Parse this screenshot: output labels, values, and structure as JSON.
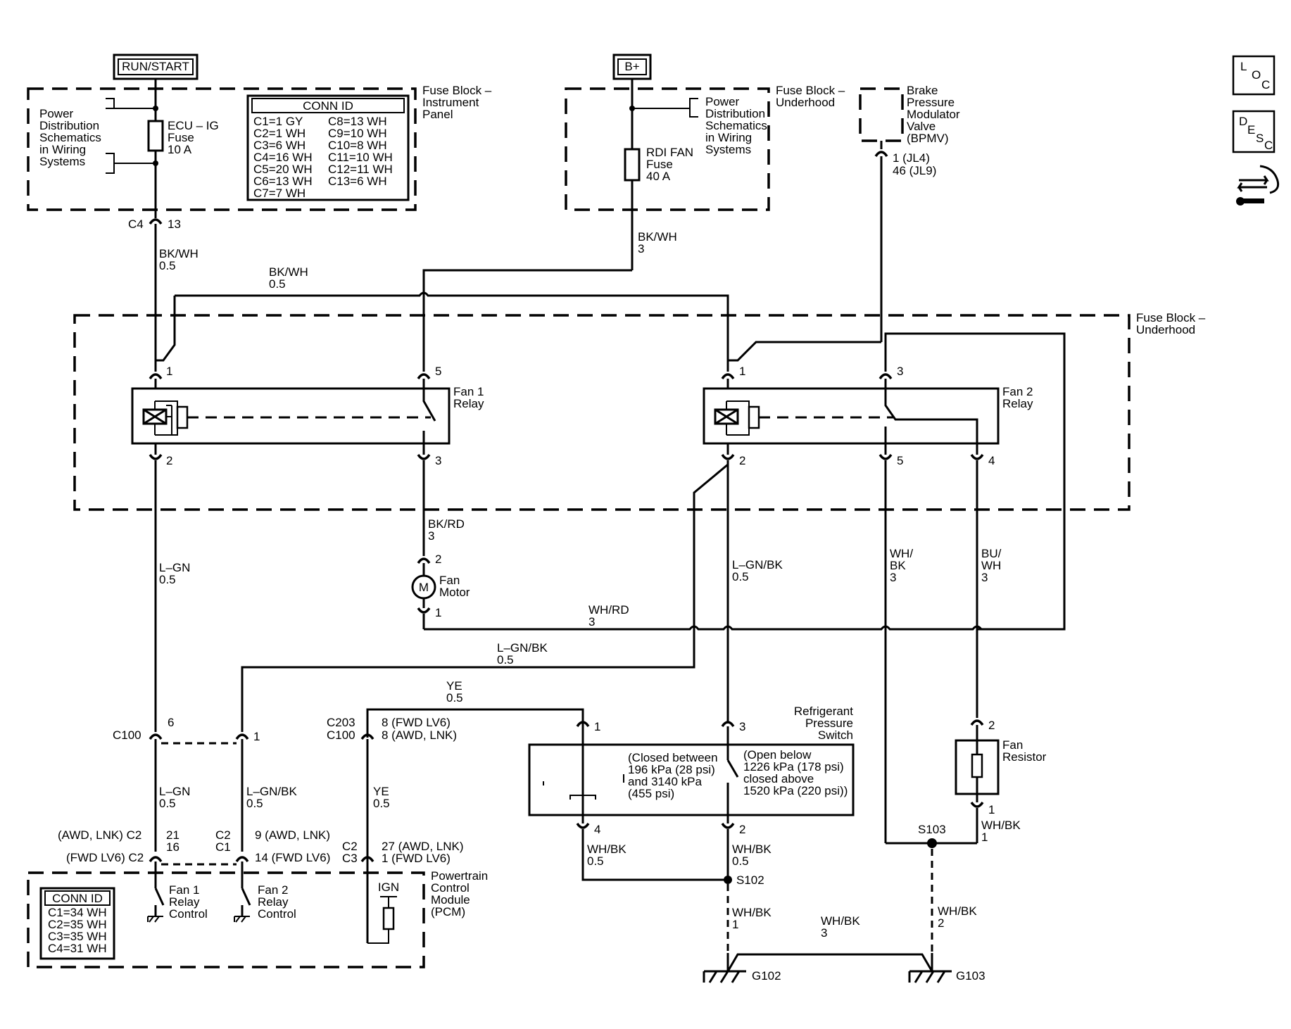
{
  "power": {
    "run_start": "RUN/START",
    "bplus": "B+"
  },
  "fuse_block_ip": {
    "title": [
      "Fuse Block –",
      "Instrument",
      "Panel"
    ],
    "power_dist": [
      "Power",
      "Distribution",
      "Schematics",
      "in Wiring",
      "Systems"
    ],
    "fuse": [
      "ECU – IG",
      "Fuse",
      "10 A"
    ],
    "conn_id_title": "CONN ID",
    "conn_id_left": [
      "C1=1 GY",
      "C2=1 WH",
      "C3=6 WH",
      "C4=16 WH",
      "C5=20 WH",
      "C6=13 WH",
      "C7=7 WH"
    ],
    "conn_id_right": [
      "C8=13 WH",
      "C9=10 WH",
      "C10=8 WH",
      "C11=10 WH",
      "C12=11 WH",
      "C13=6 WH"
    ]
  },
  "fuse_block_uh_top": {
    "title": [
      "Fuse Block –",
      "Underhood"
    ],
    "power_dist": [
      "Power",
      "Distribution",
      "Schematics",
      "in Wiring",
      "Systems"
    ],
    "fuse": [
      "RDI FAN",
      "Fuse",
      "40 A"
    ]
  },
  "bpmv": {
    "label": [
      "Brake",
      "Pressure",
      "Modulator",
      "Valve",
      "(BPMV)"
    ],
    "pins": [
      "1 (JL4)",
      "46 (JL9)"
    ]
  },
  "icons": [
    "loc-icon",
    "desc-icon",
    "connector-end-view-icon"
  ],
  "icon_text": {
    "loc": [
      "L",
      "O",
      "C"
    ],
    "desc": [
      "D",
      "E",
      "S",
      "C"
    ]
  },
  "fuse_block_uh_main": {
    "title": [
      "Fuse Block –",
      "Underhood"
    ]
  },
  "relay1": {
    "label": [
      "Fan 1",
      "Relay"
    ],
    "pins": [
      "1",
      "5",
      "2",
      "3"
    ]
  },
  "relay2": {
    "label": [
      "Fan 2",
      "Relay"
    ],
    "pins": [
      "1",
      "3",
      "2",
      "5",
      "4"
    ]
  },
  "wires": {
    "c4": "C4",
    "c4_pin": "13",
    "bkwh_a": [
      "BK/WH",
      "0.5"
    ],
    "bkwh_b": [
      "BK/WH",
      "0.5"
    ],
    "bkwh_c": [
      "BK/WH",
      "3"
    ],
    "lgn_a": [
      "L–GN",
      "0.5"
    ],
    "bkrd": [
      "BK/RD",
      "3"
    ],
    "lgnbk_a": [
      "L–GN/BK",
      "0.5"
    ],
    "whbk_a": [
      "WH/",
      "BK",
      "3"
    ],
    "buwh": [
      "BU/",
      "WH",
      "3"
    ],
    "whrd": [
      "WH/RD",
      "3"
    ],
    "lgnbk_b": [
      "L–GN/BK",
      "0.5"
    ],
    "ye_a": [
      "YE",
      "0.5"
    ],
    "lgn_b": [
      "L–GN",
      "0.5"
    ],
    "lgnbk_c": [
      "L–GN/BK",
      "0.5"
    ],
    "ye_b": [
      "YE",
      "0.5"
    ],
    "whbk_b": [
      "WH/BK",
      "0.5"
    ],
    "whbk_c": [
      "WH/BK",
      "0.5"
    ],
    "whbk_d": [
      "WH/BK",
      "1"
    ],
    "whbk_e": [
      "WH/BK",
      "1"
    ],
    "whbk_f": [
      "WH/BK",
      "3"
    ],
    "whbk_g": [
      "WH/BK",
      "2"
    ]
  },
  "fan_motor": {
    "pin_top": "2",
    "pin_bottom": "1",
    "label": [
      "Fan",
      "Motor"
    ],
    "symbol": "M"
  },
  "connectors": {
    "c100": "C100",
    "c100_pin_a": "6",
    "c100_pin_b": "1",
    "c203": "C203",
    "c100b": "C100",
    "c203_pins": [
      "8 (FWD LV6)",
      "8 (AWD, LNK)"
    ]
  },
  "rps": {
    "label": [
      "Refrigerant",
      "Pressure",
      "Switch"
    ],
    "closed": [
      "(Closed between",
      "196 kPa (28 psi)",
      "and 3140 kPa",
      "(455 psi)"
    ],
    "open": [
      "(Open below",
      "1226 kPa (178 psi)",
      "closed above",
      "1520 kPa (220 psi))"
    ],
    "pins": [
      "1",
      "3",
      "4",
      "2"
    ]
  },
  "fan_resistor": {
    "label": [
      "Fan",
      "Resistor"
    ],
    "pin_top": "2",
    "pin_bottom": "1"
  },
  "splices": {
    "s103": "S103",
    "s102": "S102"
  },
  "grounds": {
    "g102": "G102",
    "g103": "G103"
  },
  "pcm": {
    "title": [
      "Powertrain",
      "Control",
      "Module",
      "(PCM)"
    ],
    "c2_label_awd": "(AWD, LNK) C2",
    "c2_label_fwd": "(FWD LV6) C2",
    "pins_a": [
      "21",
      "16"
    ],
    "mid_labels": [
      "C2",
      "C1"
    ],
    "pins_b": [
      "9 (AWD, LNK)",
      "14 (FWD LV6)"
    ],
    "right_labels": [
      "C2",
      "C3"
    ],
    "pins_c": [
      "27 (AWD, LNK)",
      "1 (FWD LV6)"
    ],
    "fan1": [
      "Fan 1",
      "Relay",
      "Control"
    ],
    "fan2": [
      "Fan 2",
      "Relay",
      "Control"
    ],
    "ign": "IGN",
    "conn_id_title": "CONN ID",
    "conn_id": [
      "C1=34 WH",
      "C2=35 WH",
      "C3=35 WH",
      "C4=31 WH"
    ]
  }
}
